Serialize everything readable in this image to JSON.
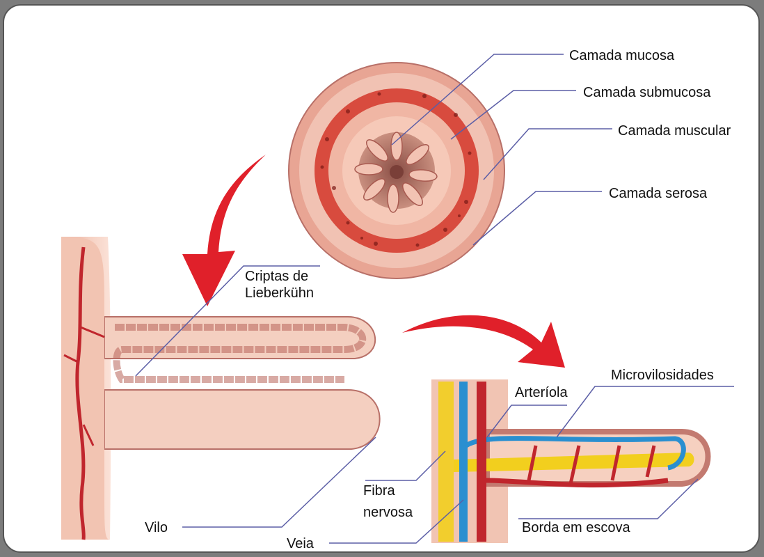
{
  "labels": {
    "mucosa": "Camada mucosa",
    "submucosa": "Camada submucosa",
    "muscular": "Camada muscular",
    "serosa": "Camada serosa",
    "criptas_1": "Criptas de",
    "criptas_2": "Lieberkühn",
    "vilo": "Vilo",
    "microvilosidades": "Microvilosidades",
    "arteriola": "Arteríola",
    "fibra_1": "Fibra",
    "fibra_2": "nervosa",
    "veia": "Veia",
    "borda": "Borda em escova"
  },
  "colors": {
    "leader_line": "#5b5ea6",
    "arrow": "#e0202a",
    "artery": "#c0262d",
    "vein": "#2a8fd0",
    "nerve": "#f2cf1e",
    "tissue": "#f3c9b8"
  }
}
